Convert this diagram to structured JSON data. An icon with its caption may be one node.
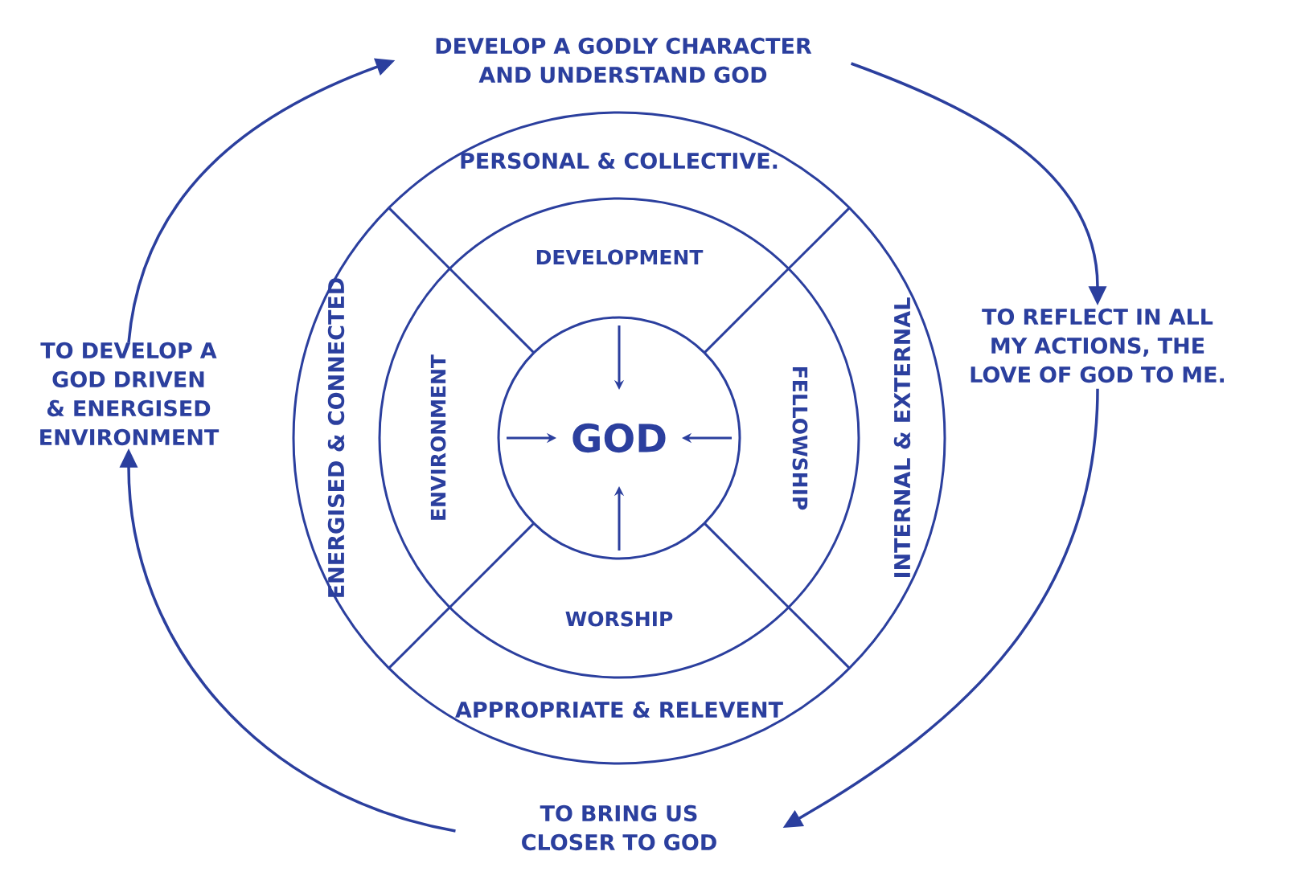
{
  "diagram": {
    "nodes": [
      {
        "text": [
          "DEVELOP A GODLY CHARACTER AND UNDERSTAND GOD"
        ]
      },
      {
        "text": [
          "TO REFLECT IN ALL MY ACTIONS, THE LOVE OF GOD TO ME."
        ]
      },
      {
        "text": [
          "TO BRING US CLOSER TO GOD"
        ]
      },
      {
        "text": [
          "TO DEVELOP A GOD DRIVEN & ENERGISED ENVIRONMENT"
        ]
      },
      {
        "text": [
          "PERSONAL & COLLECTIVE.",
          "INTERNAL & EXTERNAL",
          "APPROPRIATE & RELEVENT",
          "ENERGISED & CONNECTED"
        ]
      },
      {
        "text": [
          "DEVELOPMENT",
          "FELLOWSHIP",
          "WORSHIP",
          "ENVIRONMENT"
        ],
        "in": 4
      },
      {
        "text": [
          "GOD"
        ],
        "in": 5
      }
    ],
    "edges": [
      {
        "from": 0,
        "to": 1,
        "arrow": "to"
      },
      {
        "from": 1,
        "to": 2,
        "arrow": "to"
      },
      {
        "from": 2,
        "to": 3,
        "arrow": "to"
      },
      {
        "from": 3,
        "to": 0,
        "arrow": "to"
      }
    ]
  }
}
